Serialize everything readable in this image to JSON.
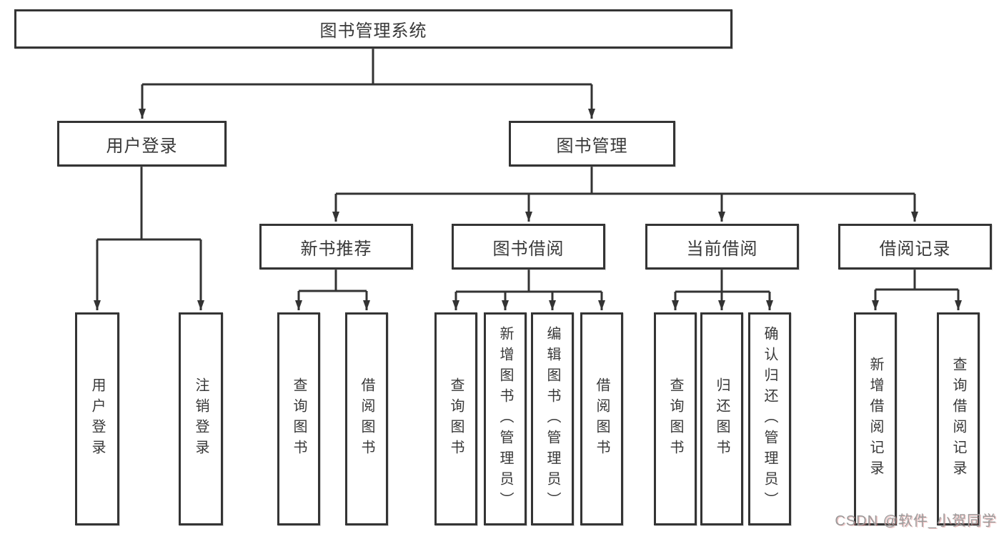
{
  "tree": {
    "root": "图书管理系统",
    "children": [
      {
        "label": "用户登录",
        "children": [
          {
            "label": "用户登录"
          },
          {
            "label": "注销登录"
          }
        ]
      },
      {
        "label": "图书管理",
        "children": [
          {
            "label": "新书推荐",
            "children": [
              {
                "label": "查询图书"
              },
              {
                "label": "借阅图书"
              }
            ]
          },
          {
            "label": "图书借阅",
            "children": [
              {
                "label": "查询图书"
              },
              {
                "label": "新增图书（管理员）"
              },
              {
                "label": "编辑图书（管理员）"
              },
              {
                "label": "借阅图书"
              }
            ]
          },
          {
            "label": "当前借阅",
            "children": [
              {
                "label": "查询图书"
              },
              {
                "label": "归还图书"
              },
              {
                "label": "确认归还（管理员）"
              }
            ]
          },
          {
            "label": "借阅记录",
            "children": [
              {
                "label": "新增借阅记录"
              },
              {
                "label": "查询借阅记录"
              }
            ]
          }
        ]
      }
    ]
  },
  "watermark": {
    "text": "CSDN @软件_小贺同学"
  },
  "colors": {
    "line": "#333333",
    "box_border": "#343434",
    "text": "#383838",
    "watermark": "#9b9b9b"
  }
}
